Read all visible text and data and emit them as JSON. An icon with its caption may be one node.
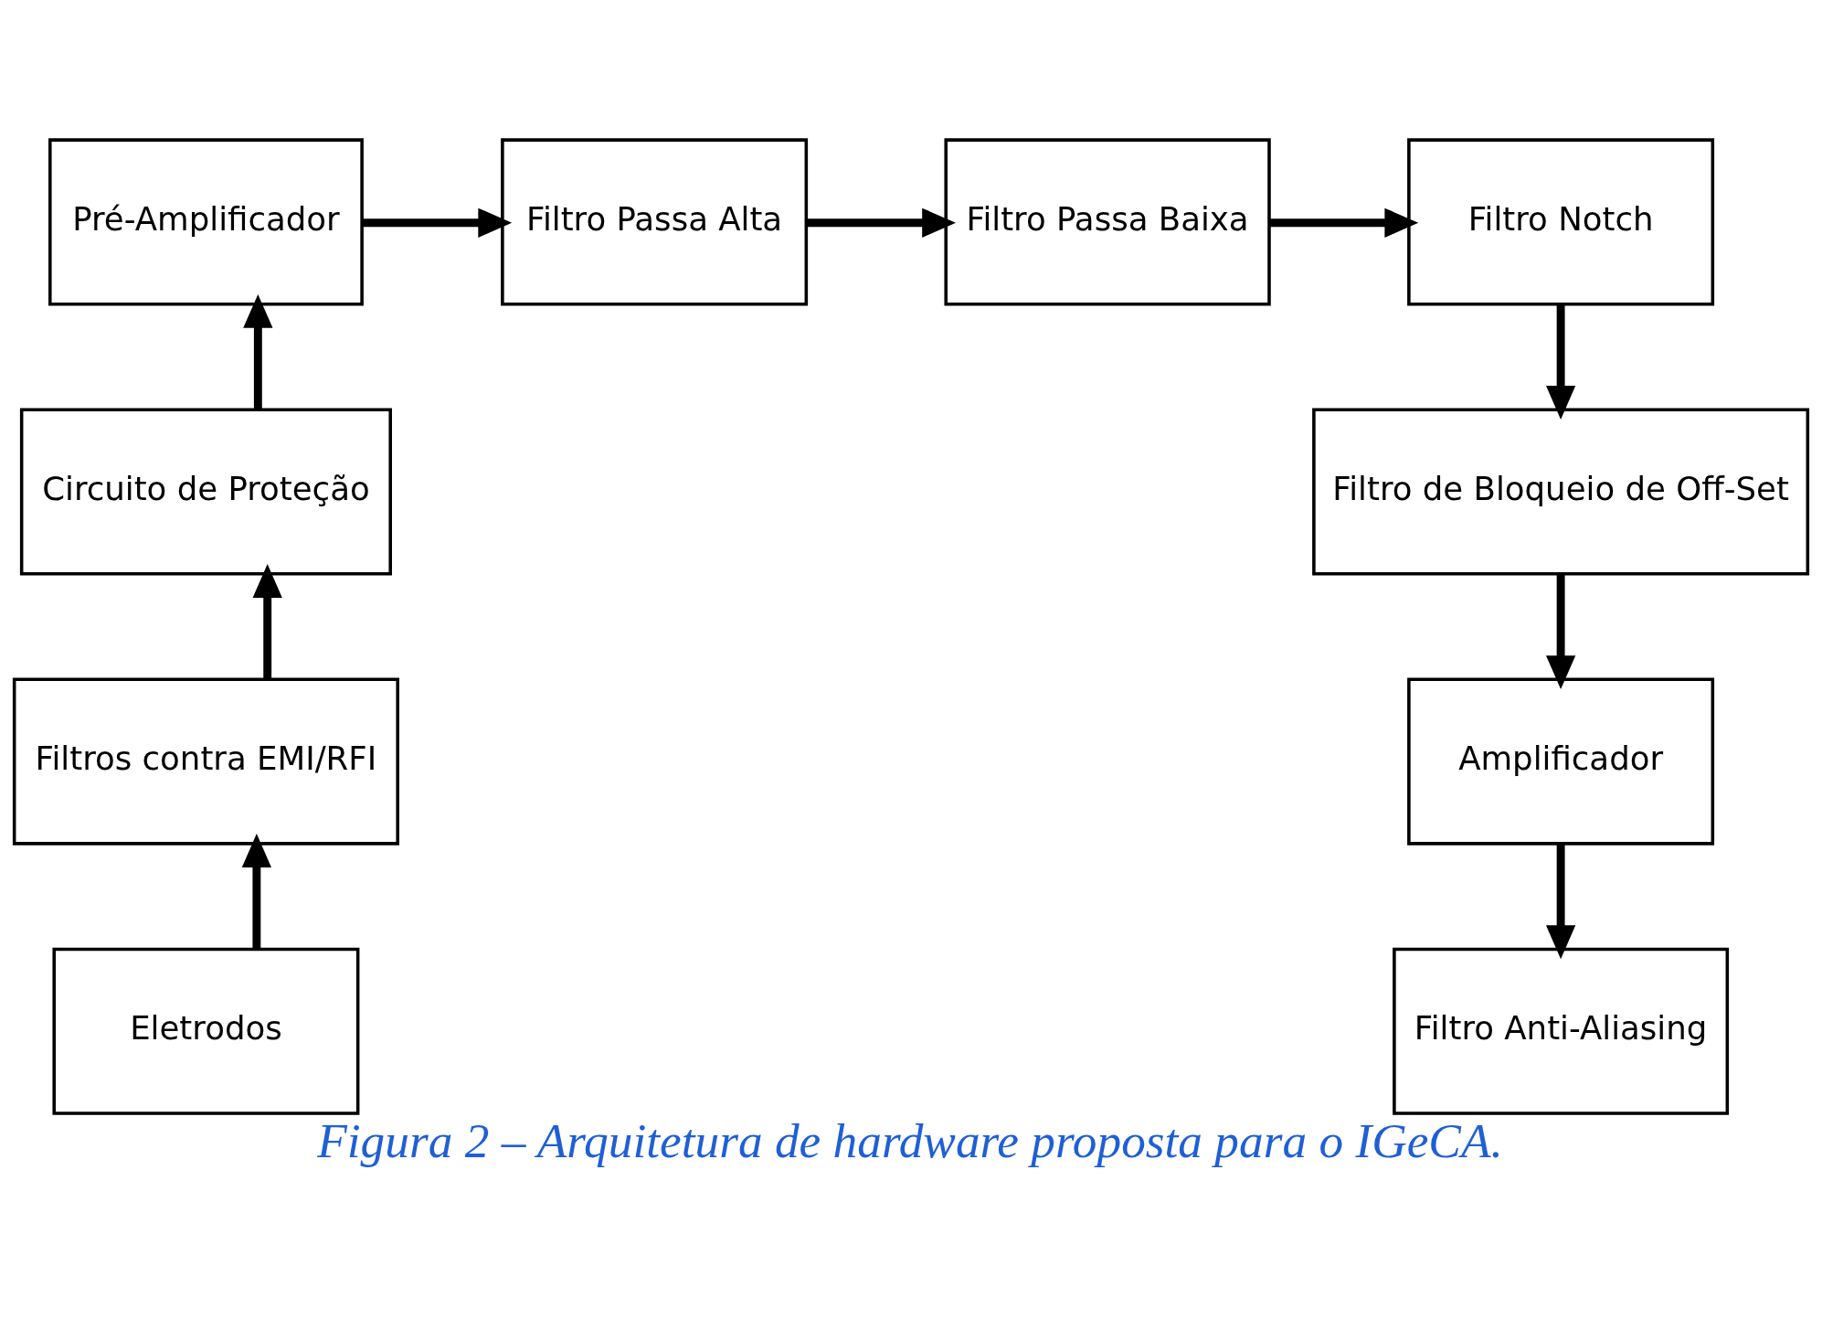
{
  "diagram": {
    "caption": "Figura 2 – Arquitetura de hardware proposta para o IGeCA.",
    "nodes": [
      {
        "text": [
          "Pré-Amplificador"
        ]
      },
      {
        "text": [
          "Filtro Passa Alta"
        ]
      },
      {
        "text": [
          "Filtro Passa Baixa"
        ]
      },
      {
        "text": [
          "Filtro Notch"
        ]
      },
      {
        "text": [
          "Circuito de Proteção"
        ]
      },
      {
        "text": [
          "Filtro de Bloqueio de Off-Set"
        ]
      },
      {
        "text": [
          "Filtros contra EMI/RFI"
        ]
      },
      {
        "text": [
          "Amplificador"
        ]
      },
      {
        "text": [
          "Eletrodos"
        ]
      },
      {
        "text": [
          "Filtro Anti-Aliasing"
        ]
      }
    ],
    "edges": [
      {
        "from": 8,
        "to": 6,
        "arrow": "to"
      },
      {
        "from": 6,
        "to": 4,
        "arrow": "to"
      },
      {
        "from": 4,
        "to": 0,
        "arrow": "to"
      },
      {
        "from": 0,
        "to": 1,
        "arrow": "to"
      },
      {
        "from": 1,
        "to": 2,
        "arrow": "to"
      },
      {
        "from": 2,
        "to": 3,
        "arrow": "to"
      },
      {
        "from": 3,
        "to": 5,
        "arrow": "to"
      },
      {
        "from": 5,
        "to": 7,
        "arrow": "to"
      },
      {
        "from": 7,
        "to": 9,
        "arrow": "to"
      }
    ]
  }
}
